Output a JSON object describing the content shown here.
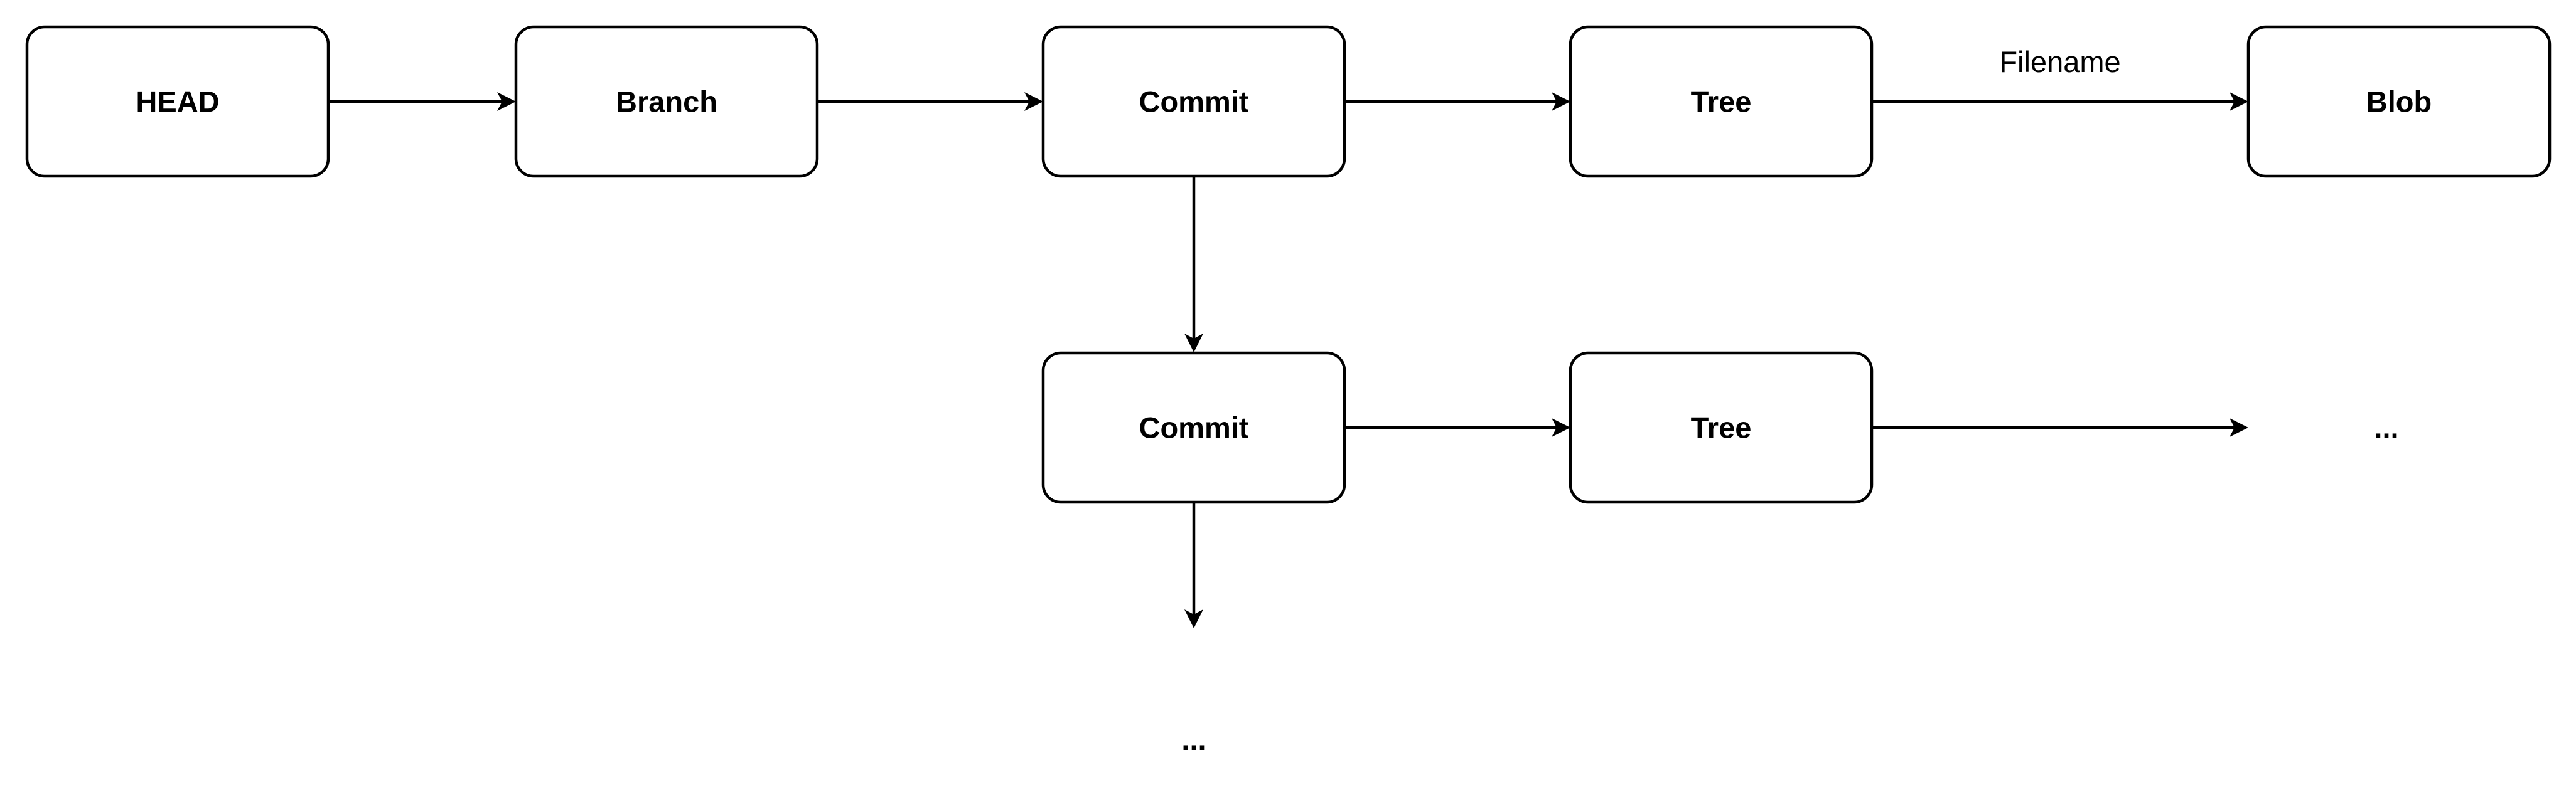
{
  "nodes": {
    "head": "HEAD",
    "branch": "Branch",
    "commit_1": "Commit",
    "tree_1": "Tree",
    "blob": "Blob",
    "commit_2": "Commit",
    "tree_2": "Tree",
    "more_right": "...",
    "more_below": "..."
  },
  "edges": {
    "tree_to_blob_label": "Filename"
  },
  "colors": {
    "stroke": "#000000",
    "fill": "#ffffff",
    "text": "#000000"
  }
}
